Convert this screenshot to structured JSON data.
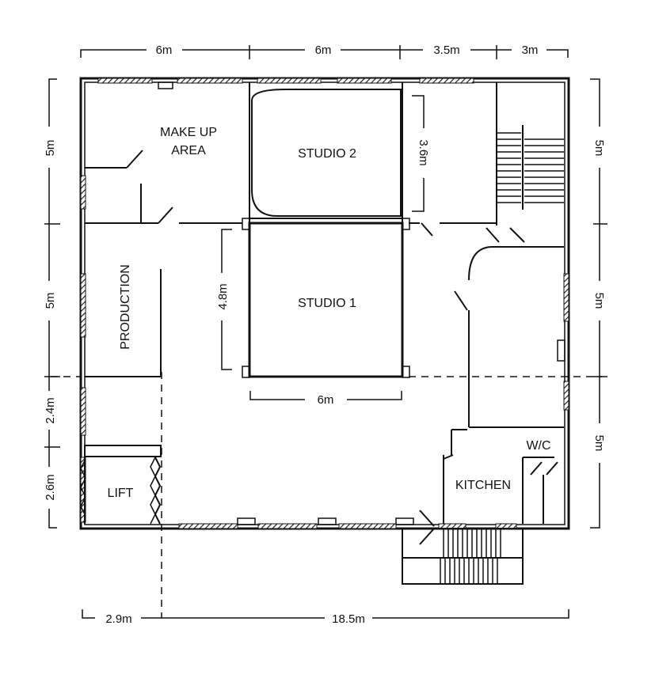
{
  "rooms": {
    "make_up_line1": "MAKE UP",
    "make_up_line2": "AREA",
    "studio2": "STUDIO 2",
    "studio1": "STUDIO 1",
    "production": "PRODUCTION",
    "lift": "LIFT",
    "kitchen": "KITCHEN",
    "wc": "W/C"
  },
  "dimensions": {
    "top_a": "6m",
    "top_b": "6m",
    "top_c": "3.5m",
    "top_d": "3m",
    "left_a": "5m",
    "left_b": "5m",
    "left_c": "2.4m",
    "left_d": "2.6m",
    "right_a": "5m",
    "right_b": "5m",
    "right_c": "5m",
    "studio2_height": "3.6m",
    "studio1_height": "4.8m",
    "studio1_width": "6m",
    "bottom_a": "2.9m",
    "bottom_b": "18.5m"
  }
}
